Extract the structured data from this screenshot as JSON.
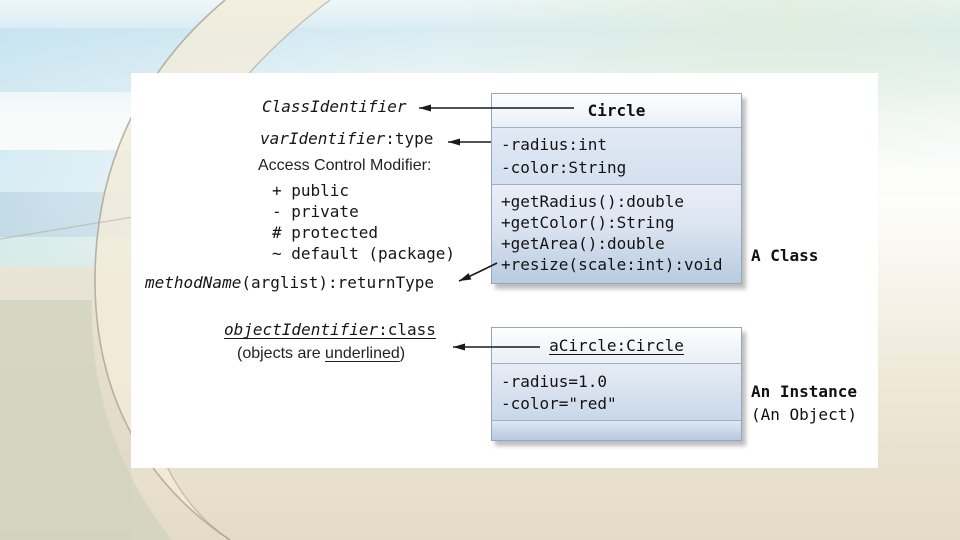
{
  "slide": {
    "annotations": {
      "class_identifier": "ClassIdentifier",
      "var_identifier": {
        "italic": "varIdentifier",
        "rest": ":type"
      },
      "access_modifier_label": "Access Control Modifier:",
      "modifiers": [
        "+ public",
        "- private",
        "# protected",
        "~ default (package)"
      ],
      "method_signature": {
        "italic": "methodName",
        "rest": "(arglist):returnType"
      },
      "object_identifier": {
        "italic": "objectIdentifier",
        "rest": ":class"
      },
      "objects_note": {
        "pre": "(objects are ",
        "underlined": "underlined",
        "post": ")"
      }
    },
    "class_diagram": {
      "title": "Circle",
      "attributes": [
        "-radius:int",
        "-color:String"
      ],
      "methods": [
        "+getRadius():double",
        "+getColor():String",
        "+getArea():double",
        "+resize(scale:int):void"
      ],
      "caption": "A Class"
    },
    "instance_diagram": {
      "title": "aCircle:Circle",
      "attributes": [
        "-radius=1.0",
        "-color=\"red\""
      ],
      "caption_line1": "An Instance",
      "caption_line2": "(An Object)"
    },
    "colors": {
      "box_border": "#92a8c2",
      "box_fill_top": "#eaf0f8",
      "box_fill_bottom": "#b7cade",
      "arrow": "#1a1a1a"
    }
  }
}
